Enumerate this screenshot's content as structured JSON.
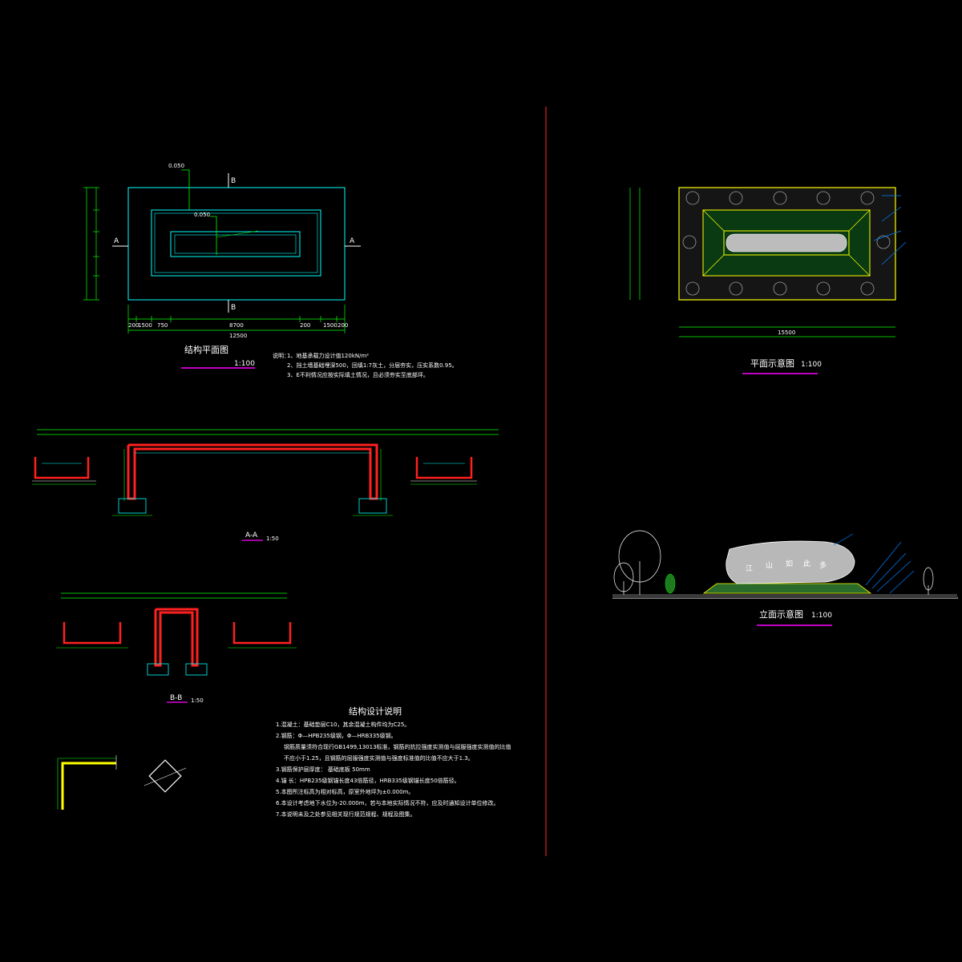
{
  "structural_plan": {
    "title": "结构平面图",
    "scale": "1:100",
    "elev_top": "0.050",
    "elev_inner": "0.050",
    "section_a": "A",
    "section_b": "B",
    "notes_label": "说明：",
    "notes": [
      "1、地基承载力设计值120kN/m²",
      "2、挡土墙基础埋深500，回填1:7灰土，分层夯实，压实系数0.95。",
      "3、E不利情况应按实际填土情况，且必须夯实至底部坪。"
    ],
    "dim_bottom": [
      "200",
      "1500",
      "750",
      "8700",
      "200",
      "1500",
      "200"
    ],
    "dim_total": "12500"
  },
  "section_aa": {
    "label": "A-A",
    "scale": "1:50"
  },
  "section_bb": {
    "label": "B-B",
    "scale": "1:50"
  },
  "design_notes": {
    "title": "结构设计说明",
    "lines": [
      "1.混凝土：基础垫层C10，其余混凝土构件均为C25。",
      "2.钢筋：Φ—HPB235级钢，Φ—HRB335级钢。",
      "钢筋质量须符合现行GB1499,13013标准，钢筋的抗拉强度实测值与屈服强度实测值的比值",
      "不应小于1.25，且钢筋的屈服强度实测值与强度标准值的比值不应大于1.3。",
      "3.钢筋保护层厚度：   基础底板 50mm",
      "4.锚 长：HPB235级钢锚长度43倍筋径，HRB335级钢锚长度50倍筋径。",
      "5.本图所注标高为相对标高，原室外地坪为±0.000m。",
      "6.本设计考虑地下水位为-20.000m，若与本地实际情况不符，应及时通知设计单位修改。",
      "7.本说明未及之处参见相关现行规范规程、规程及图集。"
    ]
  },
  "plan_sketch": {
    "title": "平面示意图",
    "scale": "1:100",
    "dim_total": "15500"
  },
  "elevation_sketch": {
    "title": "立面示意图",
    "scale": "1:100",
    "stone_text": [
      "江",
      "山",
      "如",
      "此",
      "多"
    ]
  },
  "colors": {
    "background": "#000000",
    "cyan": "#00ffff",
    "green": "#00ff00",
    "yellow": "#ffff00",
    "red": "#ff0000",
    "magenta": "#ff00ff",
    "white": "#ffffff",
    "divider": "#ff3030"
  }
}
